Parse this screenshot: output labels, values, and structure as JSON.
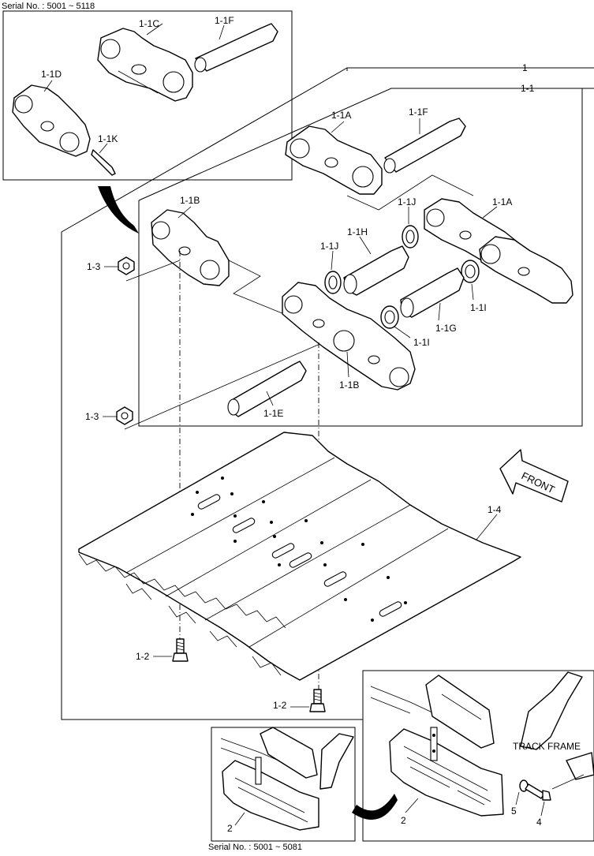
{
  "header": {
    "serial_top": "Serial No. : 5001 ~ 5118"
  },
  "footer": {
    "serial_bottom": "Serial No. : 5001 ~ 5081"
  },
  "callouts": {
    "c_1": "1",
    "c_1_1": "1-1",
    "c_1_1A_top": "1-1A",
    "c_1_1A_right": "1-1A",
    "c_1_1B_top": "1-1B",
    "c_1_1B_bottom": "1-1B",
    "c_1_1C": "1-1C",
    "c_1_1D": "1-1D",
    "c_1_1E": "1-1E",
    "c_1_1F_inset": "1-1F",
    "c_1_1F_main": "1-1F",
    "c_1_1G": "1-1G",
    "c_1_1H": "1-1H",
    "c_1_1I_right": "1-1I",
    "c_1_1I_mid": "1-1I",
    "c_1_1J_left": "1-1J",
    "c_1_1J_right": "1-1J",
    "c_1_1K": "1-1K",
    "c_1_2_left": "1-2",
    "c_1_2_right": "1-2",
    "c_1_3_top": "1-3",
    "c_1_3_bottom": "1-3",
    "c_1_4": "1-4",
    "c_2_left": "2",
    "c_2_right": "2",
    "c_4": "4",
    "c_5": "5"
  },
  "labels": {
    "front": "FRONT",
    "track_frame": "TRACK FRAME"
  },
  "icons": {
    "front_arrow": "arrow-left-icon",
    "curved_arrow": "curved-arrow-icon"
  }
}
